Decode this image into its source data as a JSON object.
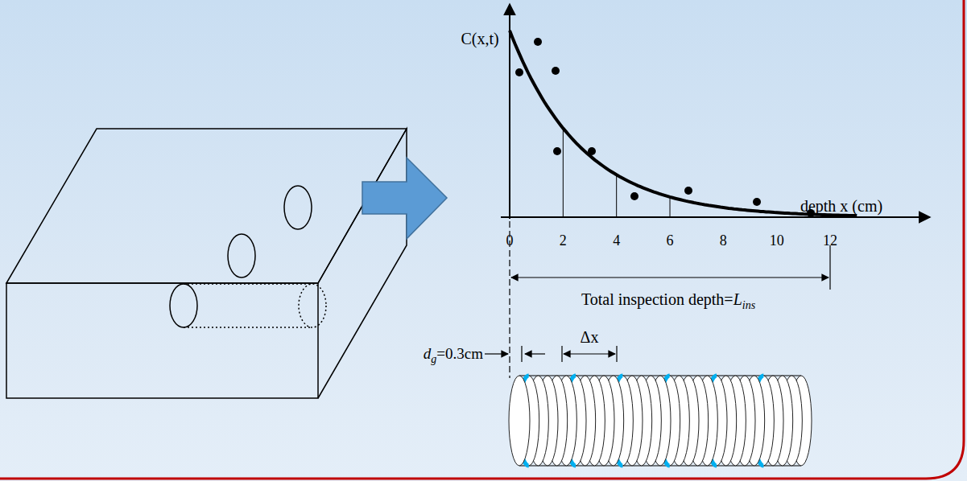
{
  "diagram": {
    "labels": [
      "C(x,t)",
      "depth x (cm)",
      "0",
      "2",
      "4",
      "6",
      "8",
      "10",
      "12",
      "Total inspection depth=",
      "L",
      "ins",
      "d",
      "g",
      "=0.3cm",
      "Δx"
    ]
  }
}
